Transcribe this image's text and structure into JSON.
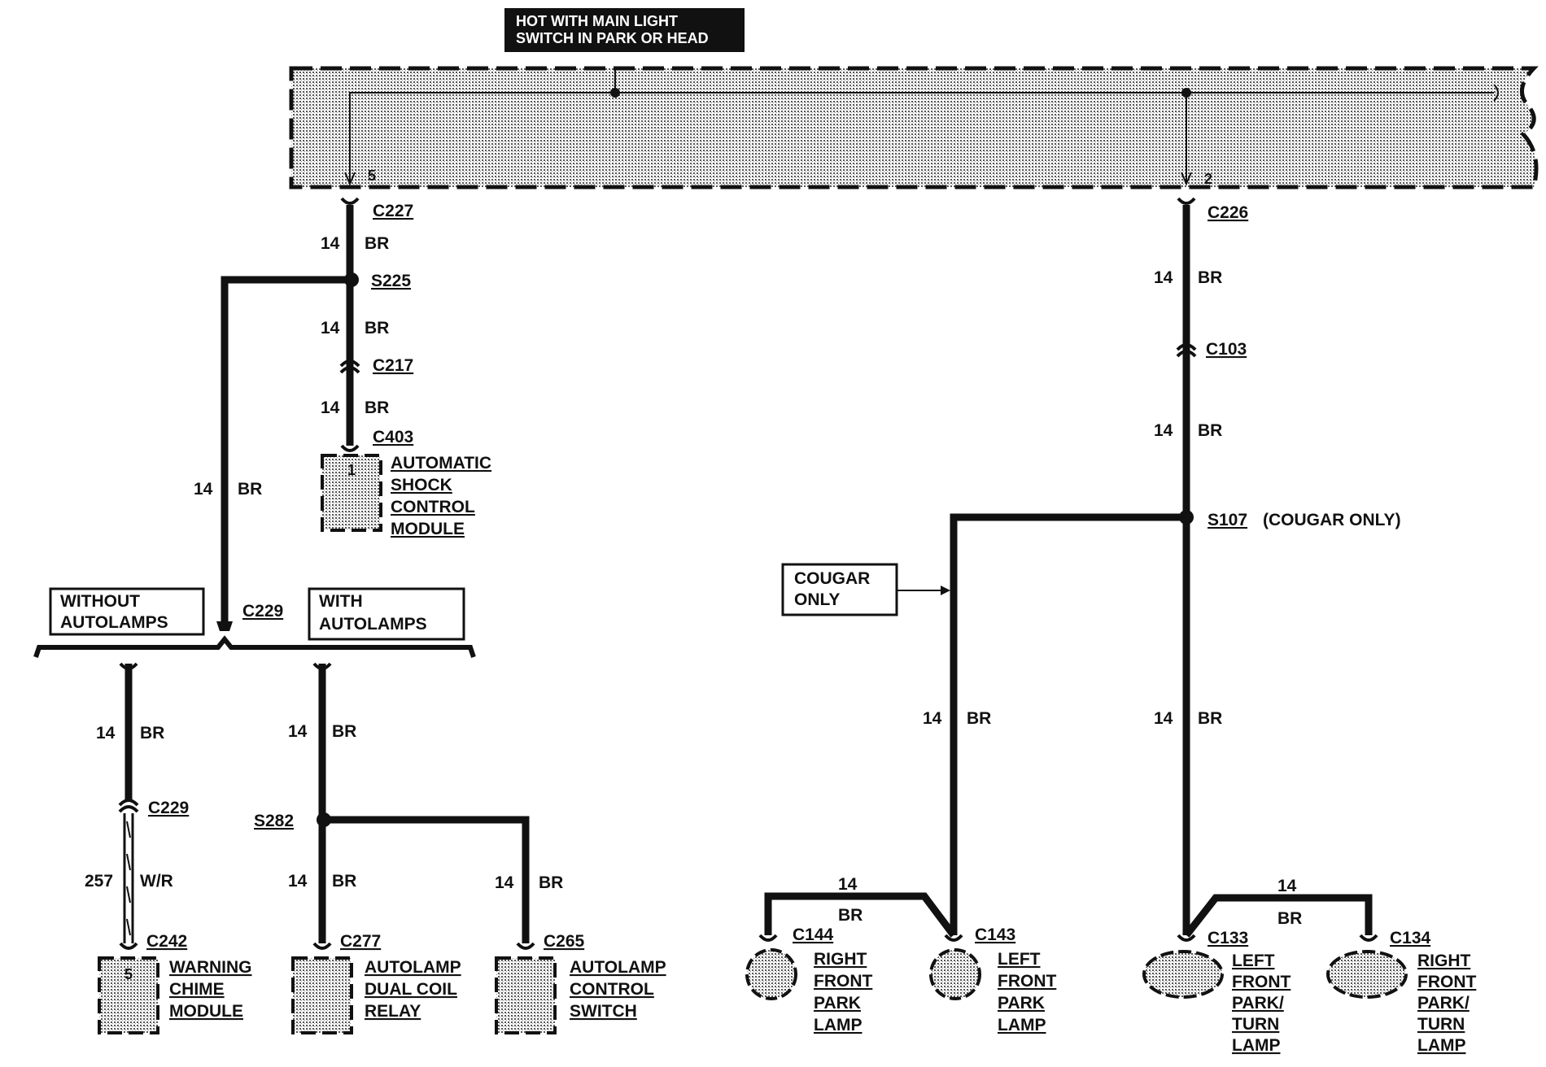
{
  "header_box": {
    "line1": "HOT WITH MAIN LIGHT",
    "line2": "SWITCH IN PARK OR HEAD"
  },
  "switch_pins": {
    "left": "5",
    "right": "2"
  },
  "connectors": {
    "c227": "C227",
    "c226": "C226",
    "c217": "C217",
    "c403": "C403",
    "c229_top": "C229",
    "c229_low": "C229",
    "c242": "C242",
    "c277": "C277",
    "c265": "C265",
    "c103": "C103",
    "c144": "C144",
    "c143": "C143",
    "c133": "C133",
    "c134": "C134"
  },
  "splices": {
    "s225": "S225",
    "s282": "S282",
    "s107": "S107",
    "s107_note": "(COUGAR ONLY)"
  },
  "wires": {
    "gauge": "14",
    "color": "BR",
    "chime_gauge": "257",
    "chime_color": "W/R"
  },
  "option_boxes": {
    "without_autolamps": [
      "WITHOUT",
      "AUTOLAMPS"
    ],
    "with_autolamps": [
      "WITH",
      "AUTOLAMPS"
    ],
    "cougar_only": [
      "COUGAR",
      "ONLY"
    ]
  },
  "components": {
    "shock_module": {
      "pin": "1",
      "lines": [
        "AUTOMATIC",
        "SHOCK",
        "CONTROL",
        "MODULE"
      ]
    },
    "chime_module": {
      "pin": "5",
      "lines": [
        "WARNING",
        "CHIME",
        "MODULE"
      ]
    },
    "autolamp_relay": {
      "lines": [
        "AUTOLAMP",
        "DUAL COIL",
        "RELAY"
      ]
    },
    "autolamp_switch": {
      "lines": [
        "AUTOLAMP",
        "CONTROL",
        "SWITCH"
      ]
    },
    "right_front_park": {
      "lines": [
        "RIGHT",
        "FRONT",
        "PARK",
        "LAMP"
      ]
    },
    "left_front_park": {
      "lines": [
        "LEFT",
        "FRONT",
        "PARK",
        "LAMP"
      ]
    },
    "left_front_turn": {
      "lines": [
        "LEFT",
        "FRONT",
        "PARK/",
        "TURN",
        "LAMP"
      ]
    },
    "right_front_turn": {
      "lines": [
        "RIGHT",
        "FRONT",
        "PARK/",
        "TURN",
        "LAMP"
      ]
    }
  }
}
